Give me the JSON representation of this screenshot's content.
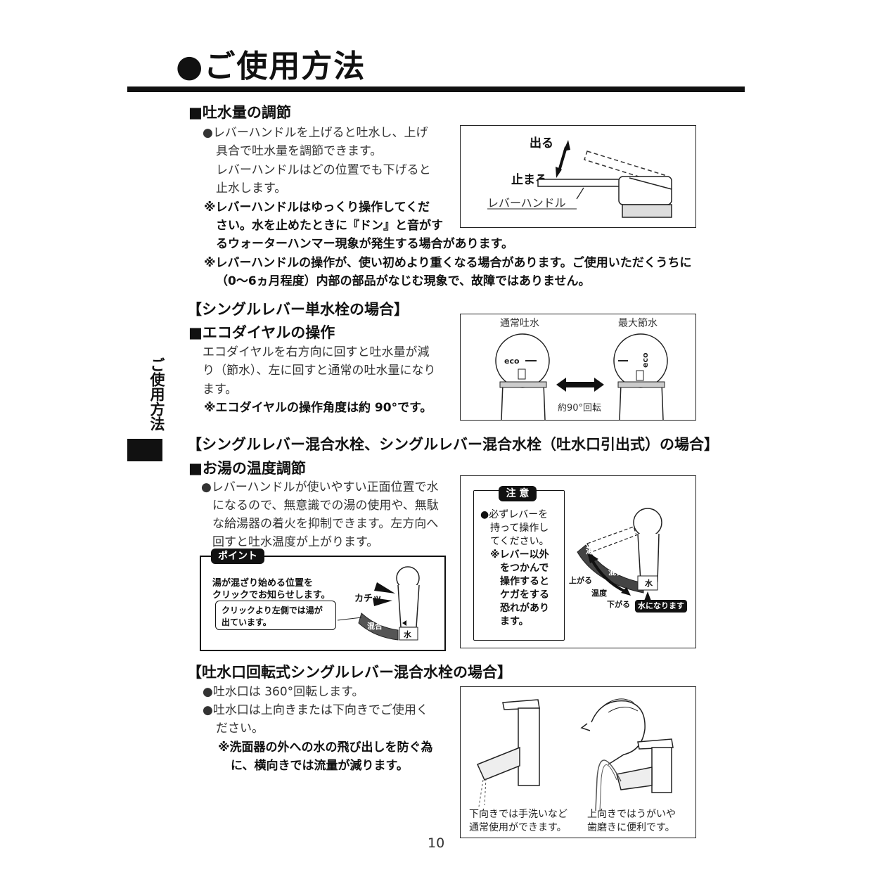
{
  "page": {
    "title": "●ご使用方法",
    "side_tab": "ご使用方法",
    "page_number": "10"
  },
  "flow": {
    "heading": "■吐水量の調節",
    "lines": [
      "●レバーハンドルを上げると吐水し、上げ",
      "具合で吐水量を調節できます。",
      "レバーハンドルはどの位置でも下げると",
      "止水します。"
    ],
    "notes": [
      "※レバーハンドルはゆっくり操作してくだ",
      "さい。水を止めたときに『ドン』と音がす",
      "るウォーターハンマー現象が発生する場合があります。",
      "※レバーハンドルの操作が、使い初めより重くなる場合があります。ご使用いただくうちに",
      "（0〜6ヵ月程度）内部の部品がなじむ現象で、故障ではありません。"
    ],
    "figure": {
      "label_out": "出る",
      "label_stop": "止まる",
      "label_lever": "レバーハンドル"
    }
  },
  "single": {
    "section": "【シングルレバー単水栓の場合】",
    "heading": "■エコダイヤルの操作",
    "lines": [
      "エコダイヤルを右方向に回すと吐水量が減",
      "り（節水）、左に回すと通常の吐水量になり",
      "ます。"
    ],
    "note": "※エコダイヤルの操作角度は約 90°です。",
    "figure": {
      "label_normal": "通常吐水",
      "label_max": "最大節水",
      "label_rotate": "約90°回転",
      "dial_text": "eco"
    }
  },
  "mixer": {
    "section": "【シングルレバー混合水栓、シングルレバー混合水栓（吐水口引出式）の場合】",
    "heading": "■お湯の温度調節",
    "lines": [
      "●レバーハンドルが使いやすい正面位置で水",
      "になるので、無意識での湯の使用や、無駄",
      "な給湯器の着火を抑制できます。左方向へ",
      "回すと吐水温度が上がります。"
    ],
    "point": {
      "badge": "ポイント",
      "lines": [
        "湯が混ざり始める位置を",
        "クリックでお知らせします。"
      ],
      "inner_lines": [
        "クリックより左側では湯が",
        "出ています。"
      ],
      "click_label": "カチッ",
      "mix_label": "混合",
      "water_label": "水"
    },
    "caution": {
      "badge": "注 意",
      "lines": [
        "●必ずレバーを",
        "持って操作し",
        "てください。"
      ],
      "sub_lines": [
        "※レバー以外",
        "をつかんで",
        "操作すると",
        "ケガをする",
        "恐れがあり",
        "ます。"
      ],
      "hot_label": "湯",
      "mix_label": "混合",
      "water_label": "水",
      "up_label": "上がる",
      "temp_label": "温度",
      "down_label": "下がる",
      "water_badge": "水になります"
    }
  },
  "swivel": {
    "section": "【吐水口回転式シングルレバー混合水栓の場合】",
    "lines": [
      "●吐水口は 360°回転します。",
      "●吐水口は上向きまたは下向きでご使用く",
      "ださい。"
    ],
    "notes": [
      "※洗面器の外への水の飛び出しを防ぐ為",
      "に、横向きでは流量が減ります。"
    ],
    "caption_left": [
      "下向きでは手洗いなど",
      "通常使用ができます。"
    ],
    "caption_right": [
      "上向きではうがいや",
      "歯磨きに便利です。"
    ]
  }
}
